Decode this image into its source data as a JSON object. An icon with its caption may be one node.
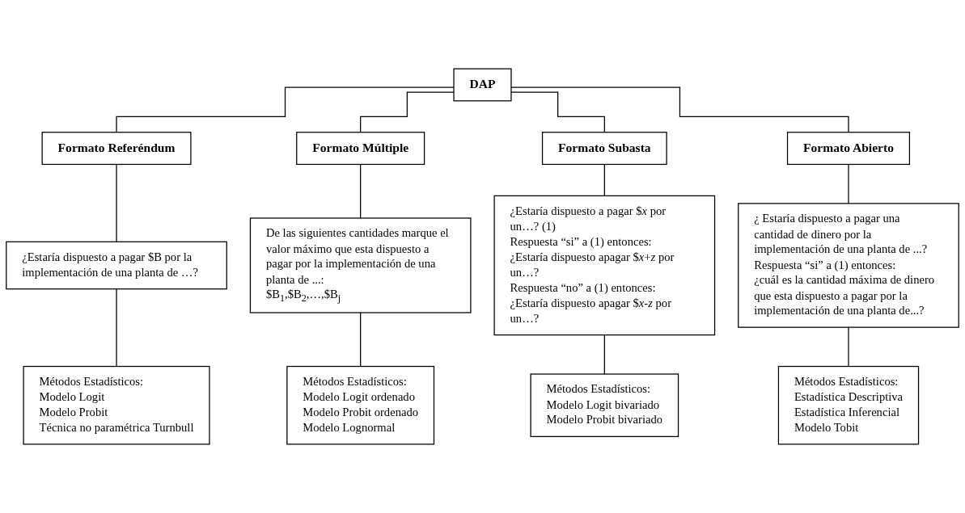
{
  "diagram": {
    "nodes": [
      {
        "text": [
          "DAP"
        ]
      },
      {
        "text": [
          "Formato Referéndum"
        ]
      },
      {
        "text": [
          "Formato Múltiple"
        ]
      },
      {
        "text": [
          "Formato Subasta"
        ]
      },
      {
        "text": [
          "Formato Abierto"
        ]
      },
      {
        "text": [
          "¿Estaría dispuesto a pagar $B por la implementación de una planta de …?"
        ]
      },
      {
        "text": [
          "De las siguientes cantidades marque el valor máximo que esta dispuesto a pagar por la implementación de una planta de ...:",
          "$B$_{1}$,$B$_{2}$,…,$B$_{j}$"
        ]
      },
      {
        "text": [
          "¿Estaría dispuesto a pagar $*x* por un…? (1)",
          "Respuesta “si” a (1) entonces:",
          "¿Estaría dispuesto apagar $*x*+*z* por un…?",
          "Respuesta “no” a (1) entonces:",
          "¿Estaría dispuesto apagar $*x*-*z* por un…?"
        ]
      },
      {
        "text": [
          "¿ Estaría dispuesto a pagar una cantidad de dinero por la implementación de una planta de ...?",
          "Respuesta “si” a (1) entonces:",
          "¿cuál es la cantidad máxima de dinero que esta dispuesto a pagar por la implementación de una planta de...?"
        ]
      },
      {
        "text": [
          "Métodos Estadísticos:",
          "Modelo Logit",
          "Modelo Probit",
          "Técnica no paramétrica Turnbull"
        ]
      },
      {
        "text": [
          "Métodos Estadísticos:",
          "Modelo Logit ordenado",
          "Modelo Probit ordenado",
          "Modelo Lognormal"
        ]
      },
      {
        "text": [
          "Métodos Estadísticos:",
          "Modelo Logit bivariado",
          "Modelo Probit bivariado"
        ]
      },
      {
        "text": [
          "Métodos Estadísticos:",
          "Estadística Descriptiva",
          "Estadística Inferencial",
          "Modelo Tobit"
        ]
      }
    ],
    "edges": [
      {
        "from": 0,
        "to": 1,
        "arrow": "none"
      },
      {
        "from": 0,
        "to": 2,
        "arrow": "none"
      },
      {
        "from": 0,
        "to": 3,
        "arrow": "none"
      },
      {
        "from": 0,
        "to": 4,
        "arrow": "none"
      },
      {
        "from": 1,
        "to": 5,
        "arrow": "none"
      },
      {
        "from": 2,
        "to": 6,
        "arrow": "none"
      },
      {
        "from": 3,
        "to": 7,
        "arrow": "none"
      },
      {
        "from": 4,
        "to": 8,
        "arrow": "none"
      },
      {
        "from": 5,
        "to": 9,
        "arrow": "none"
      },
      {
        "from": 6,
        "to": 10,
        "arrow": "none"
      },
      {
        "from": 7,
        "to": 11,
        "arrow": "none"
      },
      {
        "from": 8,
        "to": 12,
        "arrow": "none"
      }
    ]
  }
}
